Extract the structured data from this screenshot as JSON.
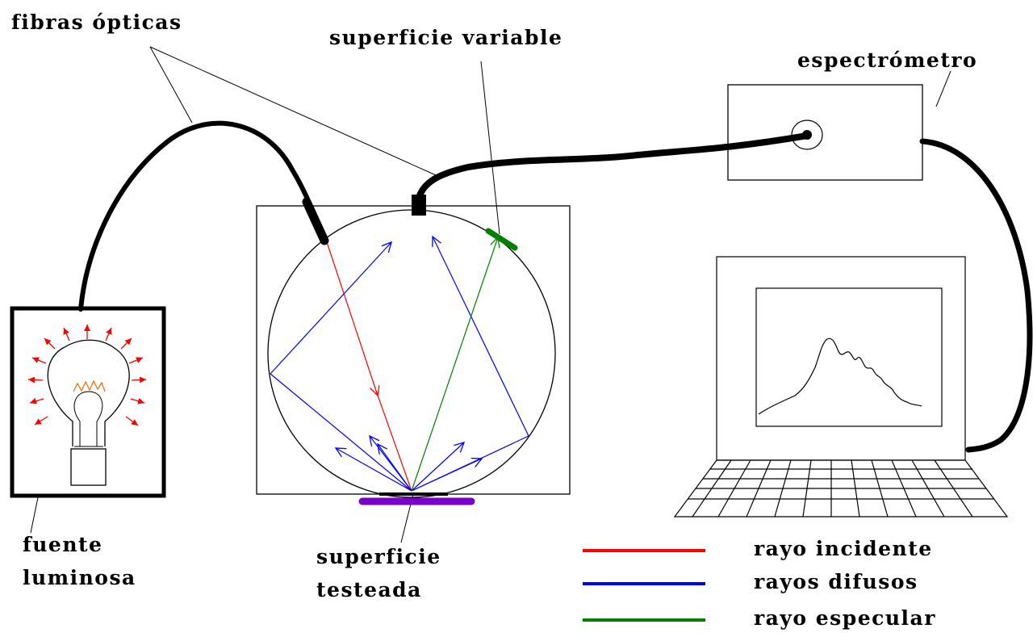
{
  "labels": {
    "fibers": "fibras ópticas",
    "variable_surface": "superficie variable",
    "spectrometer": "espectrómetro",
    "light_source_line1": "fuente",
    "light_source_line2": "luminosa",
    "tested_surface_line1": "superficie",
    "tested_surface_line2": "testeada"
  },
  "legend": [
    {
      "label": "rayo incidente",
      "color": "#ff0000"
    },
    {
      "label": "rayos difusos",
      "color": "#0000ff"
    },
    {
      "label": "rayo especular",
      "color": "#008000"
    }
  ],
  "colors": {
    "incident": "#ff0000",
    "diffuse": "#0000ff",
    "specular": "#008000",
    "tested_surface": "#7a00cc",
    "variable_surface": "#008000",
    "bulb_rays": "#ff0000",
    "filament": "#ff6600"
  },
  "icons": [
    "light-bulb-icon",
    "laptop-icon",
    "spectrometer-icon",
    "optical-fiber-icon"
  ]
}
